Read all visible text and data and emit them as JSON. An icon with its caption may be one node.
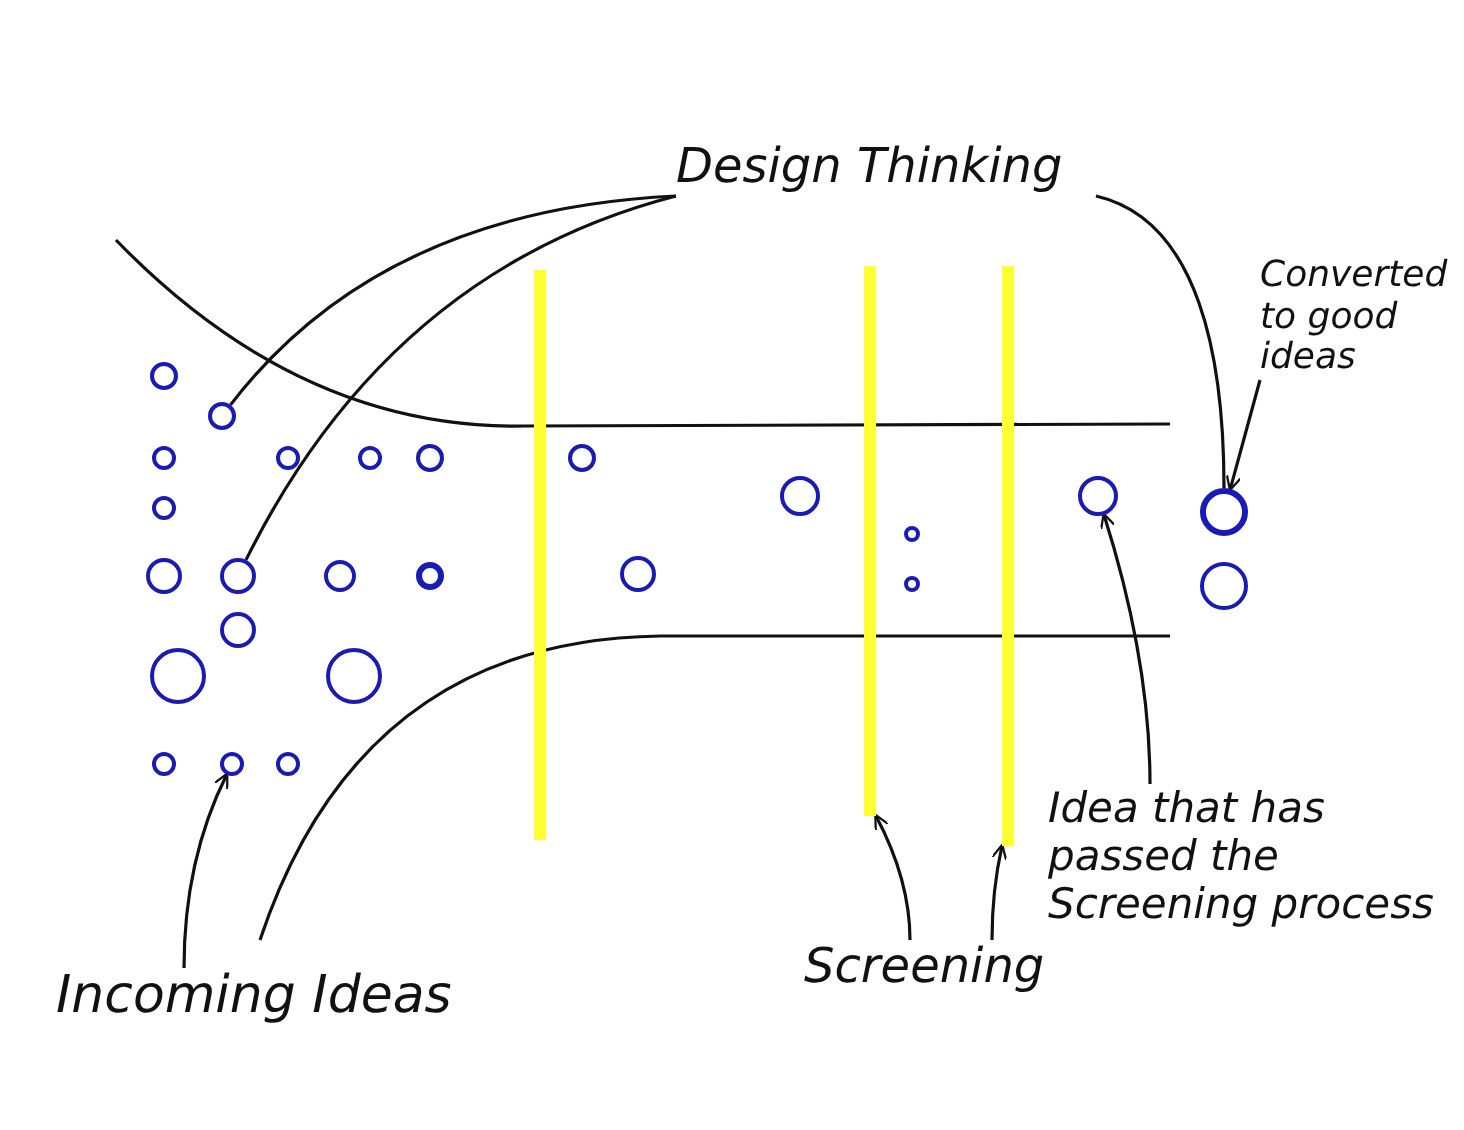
{
  "diagram": {
    "nodes": [
      {
        "text": [
          "Design Thinking"
        ]
      },
      {
        "text": [
          "Converted to good ideas"
        ]
      },
      {
        "text": [],
        "shape": "bar"
      },
      {
        "text": [],
        "shape": "bar"
      },
      {
        "text": [],
        "shape": "bar"
      },
      {
        "text": [],
        "shape": "circle"
      },
      {
        "text": [],
        "shape": "circle"
      },
      {
        "text": [],
        "shape": "circle"
      },
      {
        "text": [],
        "shape": "circle"
      },
      {
        "text": [],
        "shape": "circle"
      },
      {
        "text": [],
        "shape": "circle"
      },
      {
        "text": [],
        "shape": "circle"
      },
      {
        "text": [],
        "shape": "circle"
      },
      {
        "text": [],
        "shape": "circle"
      },
      {
        "text": [],
        "shape": "circle"
      },
      {
        "text": [],
        "shape": "circle"
      },
      {
        "text": [],
        "shape": "circle"
      },
      {
        "text": [],
        "shape": "circle"
      },
      {
        "text": [],
        "shape": "circle"
      },
      {
        "text": [],
        "shape": "circle"
      },
      {
        "text": [],
        "shape": "circle"
      },
      {
        "text": [],
        "shape": "circle"
      },
      {
        "text": [],
        "shape": "circle"
      },
      {
        "text": [],
        "shape": "circle"
      },
      {
        "text": [],
        "shape": "circle"
      },
      {
        "text": [],
        "shape": "circle"
      },
      {
        "text": [],
        "shape": "circle"
      },
      {
        "text": [],
        "shape": "circle"
      },
      {
        "text": [],
        "shape": "circle"
      },
      {
        "text": [],
        "shape": "circle"
      },
      {
        "text": [
          "Idea that has passed the Screening process"
        ]
      },
      {
        "text": [
          "Incoming Ideas"
        ]
      },
      {
        "text": [
          "Screening"
        ]
      }
    ],
    "edges": [
      {
        "from": 0,
        "to": 6,
        "arrow": "none"
      },
      {
        "from": 0,
        "to": 18,
        "arrow": "none"
      },
      {
        "from": 0,
        "to": 15,
        "arrow": "none"
      },
      {
        "from": 1,
        "to": 15,
        "arrow": "to"
      },
      {
        "from": 30,
        "to": 13,
        "arrow": "to"
      },
      {
        "from": 31,
        "to": 28,
        "arrow": "to"
      },
      {
        "from": 32,
        "to": 3,
        "arrow": "to"
      },
      {
        "from": 32,
        "to": 4,
        "arrow": "to"
      }
    ]
  }
}
